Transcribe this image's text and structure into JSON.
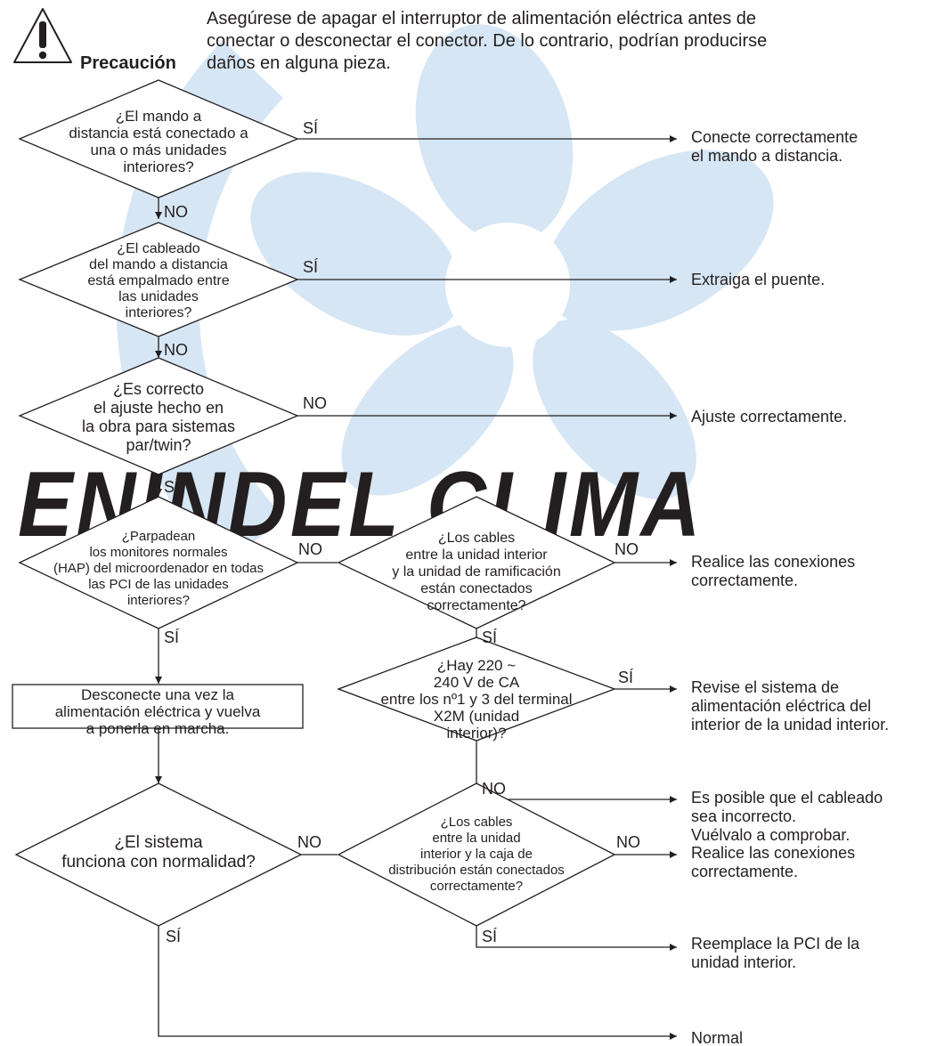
{
  "colors": {
    "line": "#231f20",
    "watermark": "#cfe2f2",
    "watermark_light": "#e3eef8"
  },
  "watermark": {
    "text": "ENINDEL CLIMA"
  },
  "caution": {
    "icon": "warning-triangle-icon",
    "label": "Precaución",
    "text_lines": [
      "Asegúrese de apagar el interruptor de alimentación eléctrica antes de",
      "conectar o desconectar el conector. De lo contrario, podrían producirse",
      "daños en alguna pieza."
    ]
  },
  "decisions": {
    "d1": [
      "¿El mando a",
      "distancia está conectado a",
      "una o más unidades",
      "interiores?"
    ],
    "d2": [
      "¿El cableado",
      "del mando a distancia",
      "está empalmado entre",
      "las unidades",
      "interiores?"
    ],
    "d3": [
      "¿Es correcto",
      "el ajuste hecho en",
      "la obra para sistemas",
      "par/twin?"
    ],
    "d4": [
      "¿Parpadean",
      "los monitores normales",
      "(HAP) del microordenador en todas",
      "las PCI de las unidades",
      "interiores?"
    ],
    "d5": [
      "¿Los cables",
      "entre la unidad interior",
      "y la unidad de ramificación",
      "están conectados",
      "correctamente?"
    ],
    "d6": [
      "¿Hay 220 ~",
      "240 V de CA",
      "entre los nº1 y 3 del terminal",
      "X2M (unidad",
      "interior)?"
    ],
    "d7": [
      "¿El sistema",
      "funciona con normalidad?"
    ],
    "d8": [
      "¿Los cables",
      "entre la unidad",
      "interior y la caja de",
      "distribución están conectados",
      "correctamente?"
    ]
  },
  "process": {
    "p1": [
      "Desconecte una vez la",
      "alimentación eléctrica y vuelva",
      "a ponerla en marcha."
    ]
  },
  "results": {
    "r1": [
      "Conecte correctamente",
      "el mando a distancia."
    ],
    "r2": [
      "Extraiga el puente."
    ],
    "r3": [
      "Ajuste correctamente."
    ],
    "r4": [
      "Realice las conexiones",
      "correctamente."
    ],
    "r5": [
      "Revise el sistema de",
      "alimentación eléctrica del",
      "interior de la unidad interior."
    ],
    "r6": [
      "Es posible que el cableado",
      "sea incorrecto.",
      "Vuélvalo a comprobar."
    ],
    "r7": [
      "Realice las conexiones",
      "correctamente."
    ],
    "r8": [
      "Reemplace la PCI de la",
      "unidad interior."
    ],
    "r9": [
      "Normal"
    ]
  },
  "edge_labels": {
    "d1_yes": "SÍ",
    "d1_no": "NO",
    "d2_yes": "SÍ",
    "d2_no": "NO",
    "d3_no": "NO",
    "d3_yes": "SÍ",
    "d4_no": "NO",
    "d4_yes": "SÍ",
    "d5_no": "NO",
    "d5_yes": "SÍ",
    "d6_yes": "SÍ",
    "d6_no": "NO",
    "d7_no": "NO",
    "d7_yes": "SÍ",
    "d8_no": "NO",
    "d8_yes": "SÍ"
  }
}
